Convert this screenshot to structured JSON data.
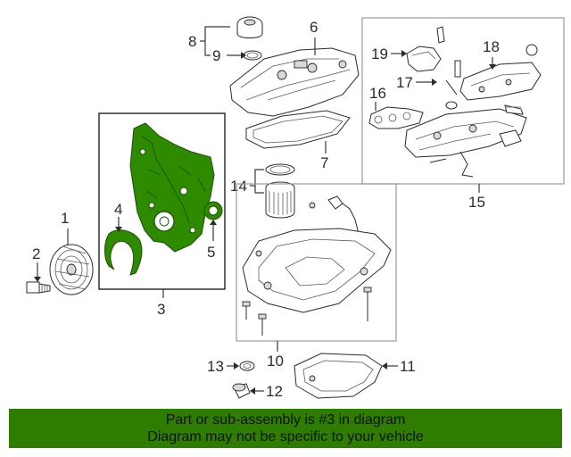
{
  "callouts": {
    "c1": "1",
    "c2": "2",
    "c3": "3",
    "c4": "4",
    "c5": "5",
    "c6": "6",
    "c7": "7",
    "c8": "8",
    "c9": "9",
    "c10": "10",
    "c11": "11",
    "c12": "12",
    "c13": "13",
    "c14": "14",
    "c15": "15",
    "c16": "16",
    "c17": "17",
    "c18": "18",
    "c19": "19"
  },
  "banner": {
    "line1": "Part or sub-assembly is #3 in diagram",
    "line2": "Diagram may not be specific to your vehicle"
  },
  "colors": {
    "highlight": "#2e8b00",
    "banner": "#2e7d00"
  }
}
